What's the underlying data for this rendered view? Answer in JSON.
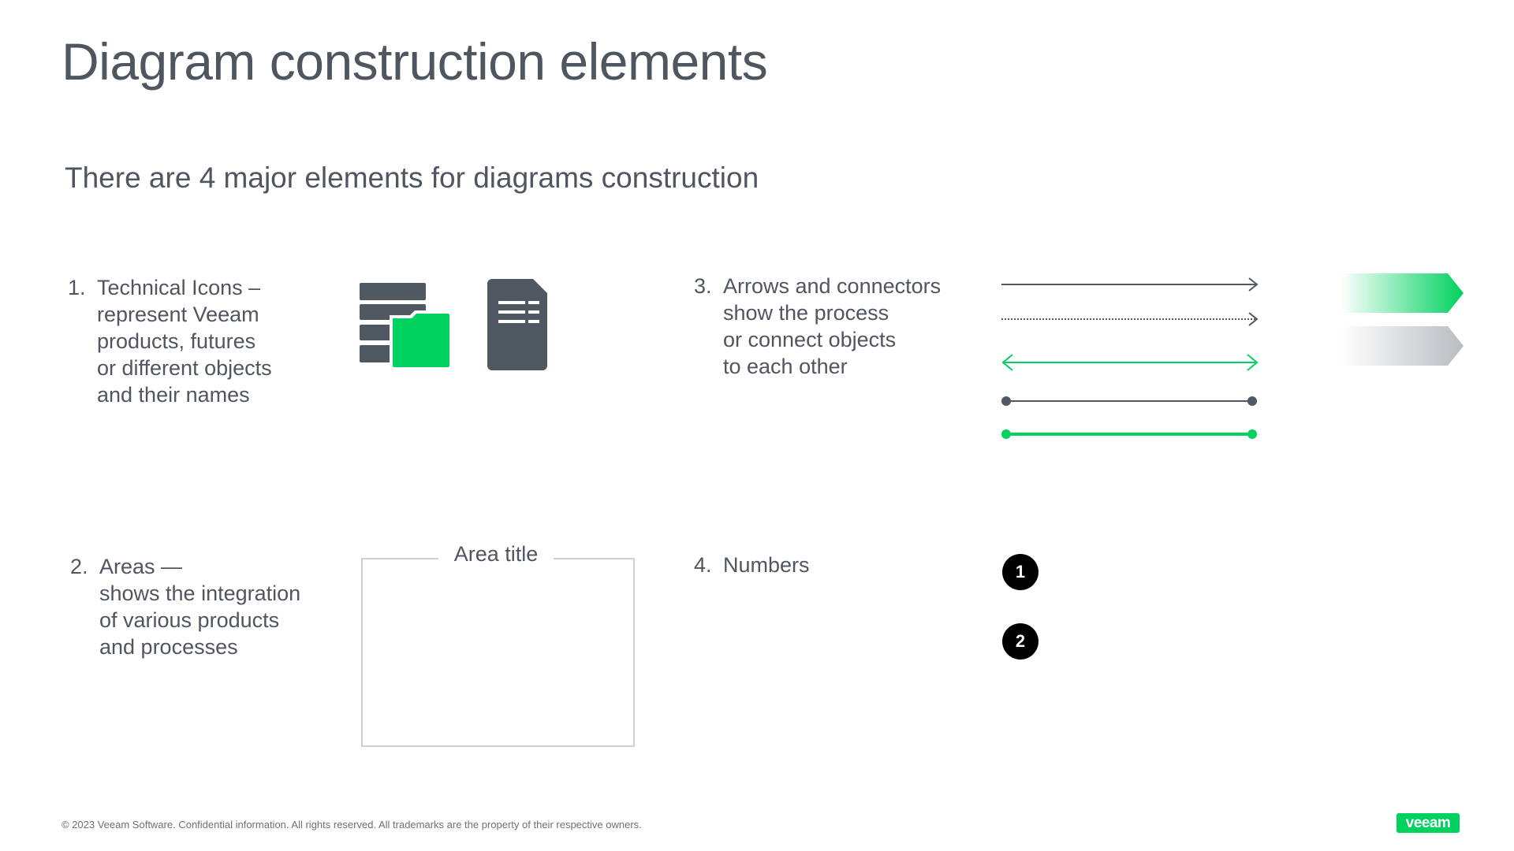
{
  "title": "Diagram construction elements",
  "subtitle": "There are 4 major elements for diagrams construction",
  "items": [
    {
      "num": "1.",
      "lines": [
        "Technical Icons –",
        "represent Veeam",
        "products, futures",
        "or different objects",
        "and their names"
      ]
    },
    {
      "num": "2.",
      "lines": [
        "Areas —",
        "shows the integration",
        "of various products",
        "and processes"
      ]
    },
    {
      "num": "3.",
      "lines": [
        "Arrows and connectors",
        "show the process",
        "or connect objects",
        "to each other"
      ]
    },
    {
      "num": "4.",
      "lines": [
        "Numbers"
      ]
    }
  ],
  "area_title": "Area title",
  "badges": [
    "1",
    "2"
  ],
  "icons": [
    "server-folder-icon",
    "document-icon"
  ],
  "colors": {
    "accent_green": "#00d15f",
    "dark_gray": "#505861",
    "light_gray": "#cfd2d5"
  },
  "footer": "© 2023 Veeam Software. Confidential information. All rights reserved. All trademarks are the property of their respective owners.",
  "logo": "veeam"
}
